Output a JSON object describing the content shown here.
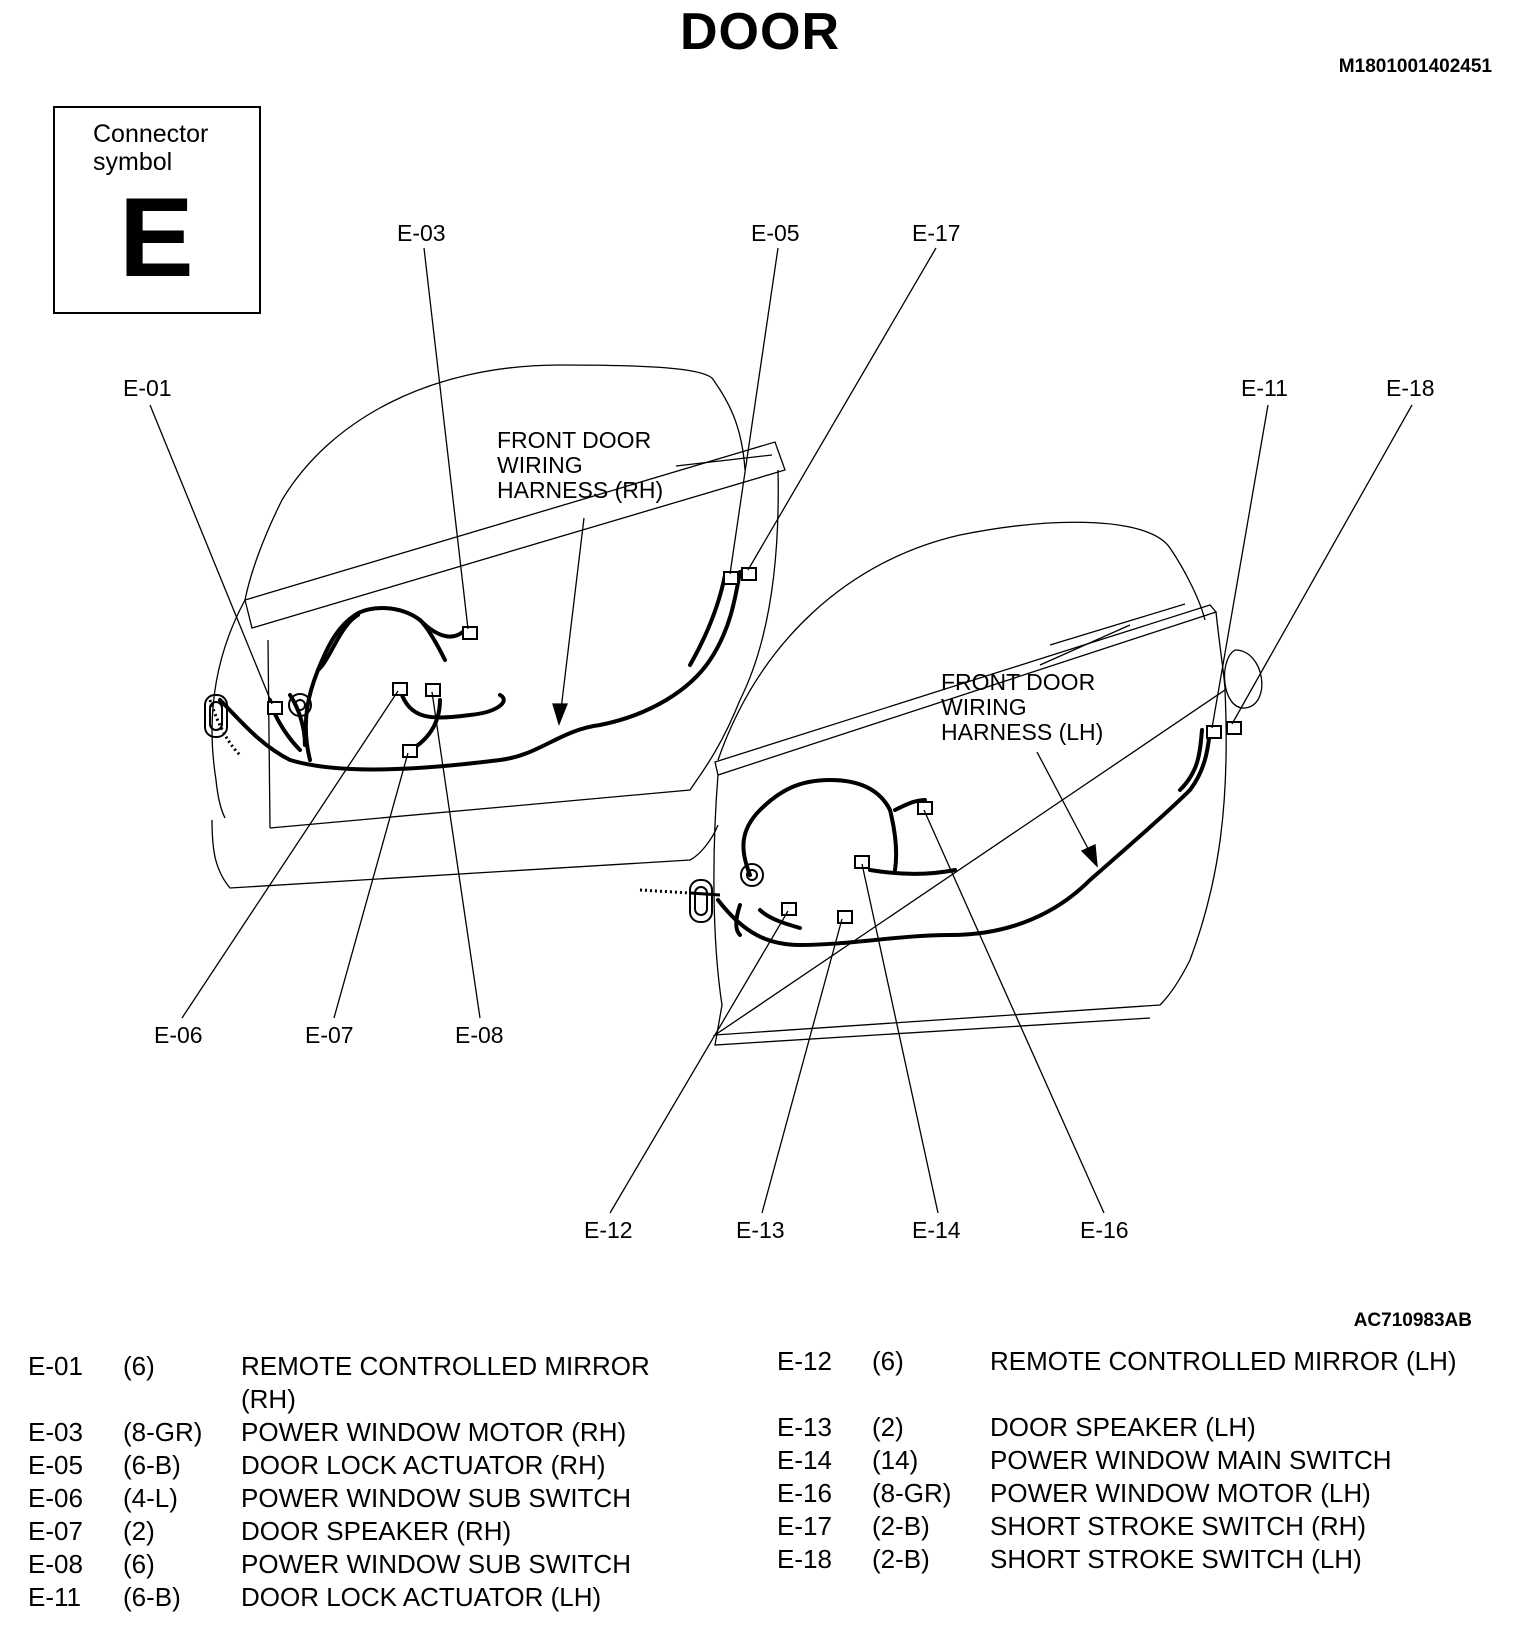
{
  "title": "DOOR",
  "doc_id": "M1801001402451",
  "figure_id": "AC710983AB",
  "connector_symbol": {
    "label": "Connector\nsymbol",
    "letter": "E"
  },
  "harness_labels": {
    "rh": [
      "FRONT DOOR",
      "WIRING",
      "HARNESS (RH)"
    ],
    "lh": [
      "FRONT DOOR",
      "WIRING",
      "HARNESS (LH)"
    ]
  },
  "callouts": [
    "E-03",
    "E-05",
    "E-17",
    "E-01",
    "E-11",
    "E-18",
    "E-06",
    "E-07",
    "E-08",
    "E-12",
    "E-13",
    "E-14",
    "E-16"
  ],
  "legend_left": [
    {
      "code": "E-01",
      "pins": "(6)",
      "desc": "REMOTE CONTROLLED MIRROR (RH)"
    },
    {
      "code": "E-03",
      "pins": "(8-GR)",
      "desc": "POWER WINDOW MOTOR (RH)"
    },
    {
      "code": "E-05",
      "pins": "(6-B)",
      "desc": "DOOR LOCK ACTUATOR (RH)"
    },
    {
      "code": "E-06",
      "pins": "(4-L)",
      "desc": "POWER WINDOW SUB SWITCH"
    },
    {
      "code": "E-07",
      "pins": "(2)",
      "desc": "DOOR SPEAKER (RH)"
    },
    {
      "code": "E-08",
      "pins": "(6)",
      "desc": "POWER WINDOW SUB SWITCH"
    },
    {
      "code": "E-11",
      "pins": "(6-B)",
      "desc": "DOOR LOCK ACTUATOR (LH)"
    }
  ],
  "legend_right": [
    {
      "code": "E-12",
      "pins": "(6)",
      "desc": "REMOTE CONTROLLED MIRROR (LH)"
    },
    {
      "code": "E-13",
      "pins": "(2)",
      "desc": "DOOR SPEAKER (LH)"
    },
    {
      "code": "E-14",
      "pins": "(14)",
      "desc": "POWER WINDOW MAIN SWITCH"
    },
    {
      "code": "E-16",
      "pins": "(8-GR)",
      "desc": "POWER WINDOW MOTOR (LH)"
    },
    {
      "code": "E-17",
      "pins": "(2-B)",
      "desc": "SHORT STROKE SWITCH (RH)"
    },
    {
      "code": "E-18",
      "pins": "(2-B)",
      "desc": "SHORT STROKE SWITCH (LH)"
    }
  ]
}
